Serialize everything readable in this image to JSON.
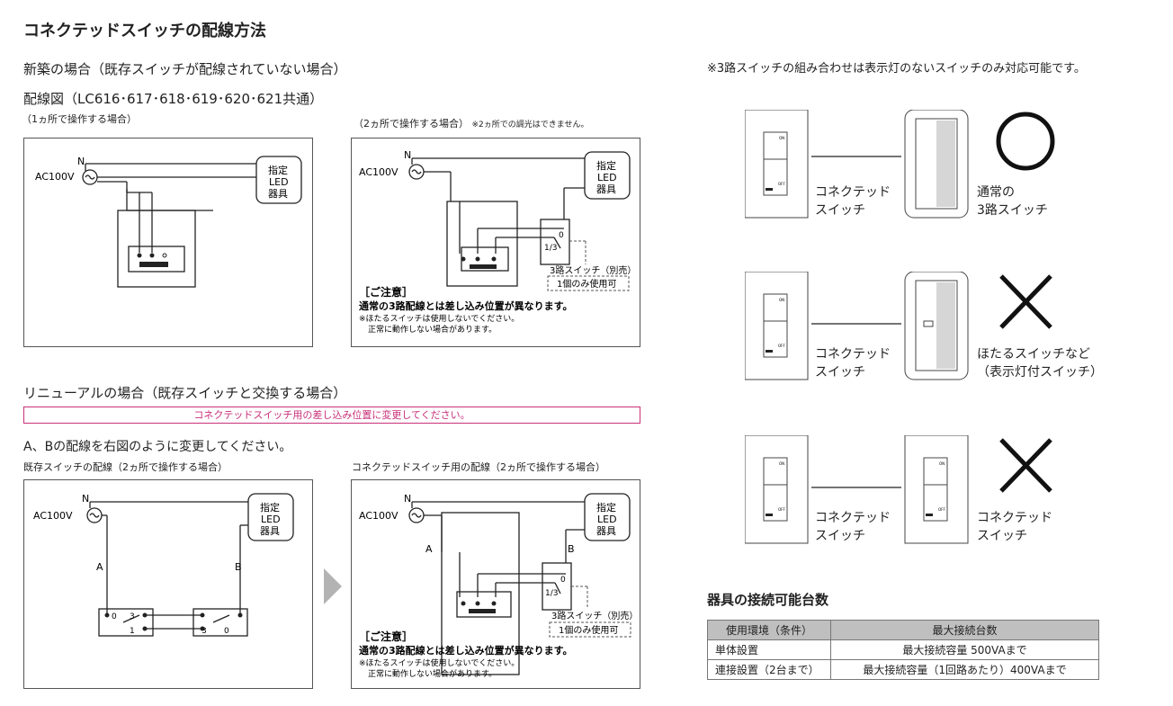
{
  "title": "コネクテッドスイッチの配線方法",
  "new_install": {
    "heading": "新築の場合（既存スイッチが配線されていない場合）",
    "diagram_heading": "配線図（LC616･617･618･619･620･621共通）",
    "left_caption": "（1ヵ所で操作する場合）",
    "right_caption": "（2ヵ所で操作する場合）",
    "right_caption_note": "※2ヵ所での調光はできません。"
  },
  "renewal": {
    "heading": "リニューアルの場合（既存スイッチと交換する場合）",
    "banner": "コネクテッドスイッチ用の差し込み位置に変更してください。",
    "instruction": "A、Bの配線を右図のように変更してください。",
    "left_caption": "既存スイッチの配線（2ヵ所で操作する場合）",
    "right_caption": "コネクテッドスイッチ用の配線（2ヵ所で操作する場合）"
  },
  "diagram_labels": {
    "n": "N",
    "ac": "AC100V",
    "fixture_line1": "指定",
    "fixture_line2": "LED",
    "fixture_line3": "器具",
    "a": "A",
    "b": "B",
    "three_way_label": "3路スイッチ（別売）",
    "only_one": "1個のみ使用可",
    "t0": "0",
    "t1": "1",
    "t3": "3",
    "t13": "1/3"
  },
  "caution": {
    "title": "［ご注意］",
    "line1": "通常の3路配線とは差し込み位置が異なります。",
    "line2": "※ほたるスイッチは使用しないでください。",
    "line3": "正常に動作しない場合があります。"
  },
  "compat": {
    "note": "※3路スイッチの組み合わせは表示灯のないスイッチのみ対応可能です。",
    "switch_on": "ON",
    "switch_off": "OFF",
    "rows": [
      {
        "left_l1": "コネクテッド",
        "left_l2": "スイッチ",
        "right_l1": "通常の",
        "right_l2": "3路スイッチ",
        "mark": "circle"
      },
      {
        "left_l1": "コネクテッド",
        "left_l2": "スイッチ",
        "right_l1": "ほたるスイッチなど",
        "right_l2": "（表示灯付スイッチ）",
        "mark": "cross"
      },
      {
        "left_l1": "コネクテッド",
        "left_l2": "スイッチ",
        "right_l1": "コネクテッド",
        "right_l2": "スイッチ",
        "mark": "cross"
      }
    ]
  },
  "capacity": {
    "heading": "器具の接続可能台数",
    "headers": [
      "使用環境（条件）",
      "最大接続台数"
    ],
    "rows": [
      [
        "単体設置",
        "最大接続容量 500VAまで"
      ],
      [
        "連接設置（2台まで）",
        "最大接続容量（1回路あたり）400VAまで"
      ]
    ]
  },
  "colors": {
    "accent": "#c8307a",
    "arrow": "#b3b3b3",
    "table_header": "#bfbfbf"
  }
}
